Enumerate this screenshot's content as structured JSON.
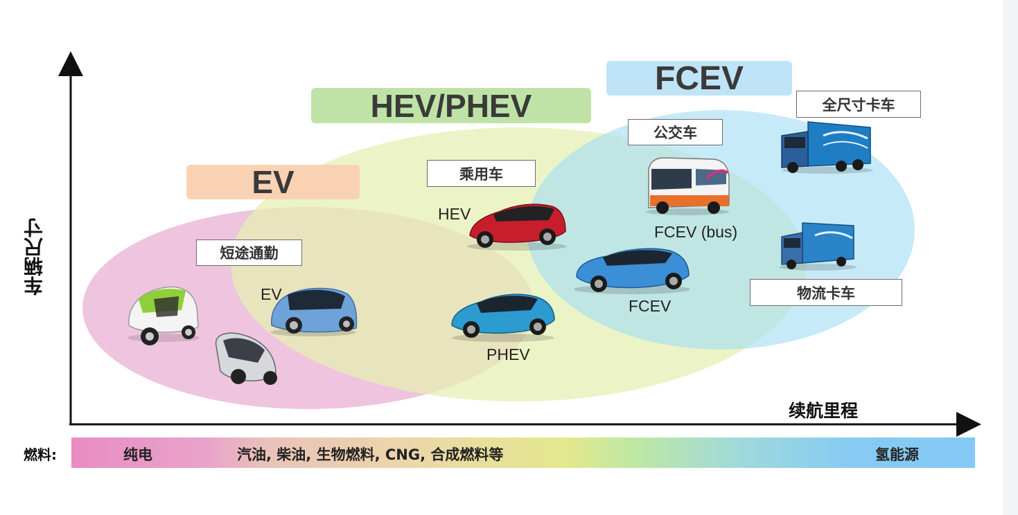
{
  "regions": {
    "ev": {
      "banner": "EV",
      "color": "#f9d2b4",
      "ellipse_color": "#eab0d3"
    },
    "hev_phev": {
      "banner": "HEV/PHEV",
      "color": "#bfe3a6",
      "ellipse_color": "#e4f0b2"
    },
    "fcev": {
      "banner": "FCEV",
      "color": "#bfe4f8",
      "ellipse_color": "#aee0f4"
    }
  },
  "category_labels": {
    "commute": "短途通勤",
    "passenger_car": "乘用车",
    "bus": "公交车",
    "full_size_truck": "全尺寸卡车",
    "logistics_truck": "物流卡车"
  },
  "vehicle_labels": {
    "hev": "HEV",
    "ev": "EV",
    "phev": "PHEV",
    "fcev_bus": "FCEV (bus)",
    "fcev": "FCEV"
  },
  "axes": {
    "y_title": "车辆尺寸",
    "x_title": "续航里程"
  },
  "fuel_bar": {
    "prefix": "燃料:",
    "electric": "纯电",
    "liquid": "汽油, 柴油, 生物燃料, CNG, 合成燃料等",
    "hydrogen": "氢能源"
  },
  "icons": [
    "micro-ev-icon",
    "three-wheel-ev-icon",
    "compact-ev-icon",
    "hev-car-icon",
    "phev-car-icon",
    "fcev-car-icon",
    "bus-icon",
    "truck-icon"
  ]
}
